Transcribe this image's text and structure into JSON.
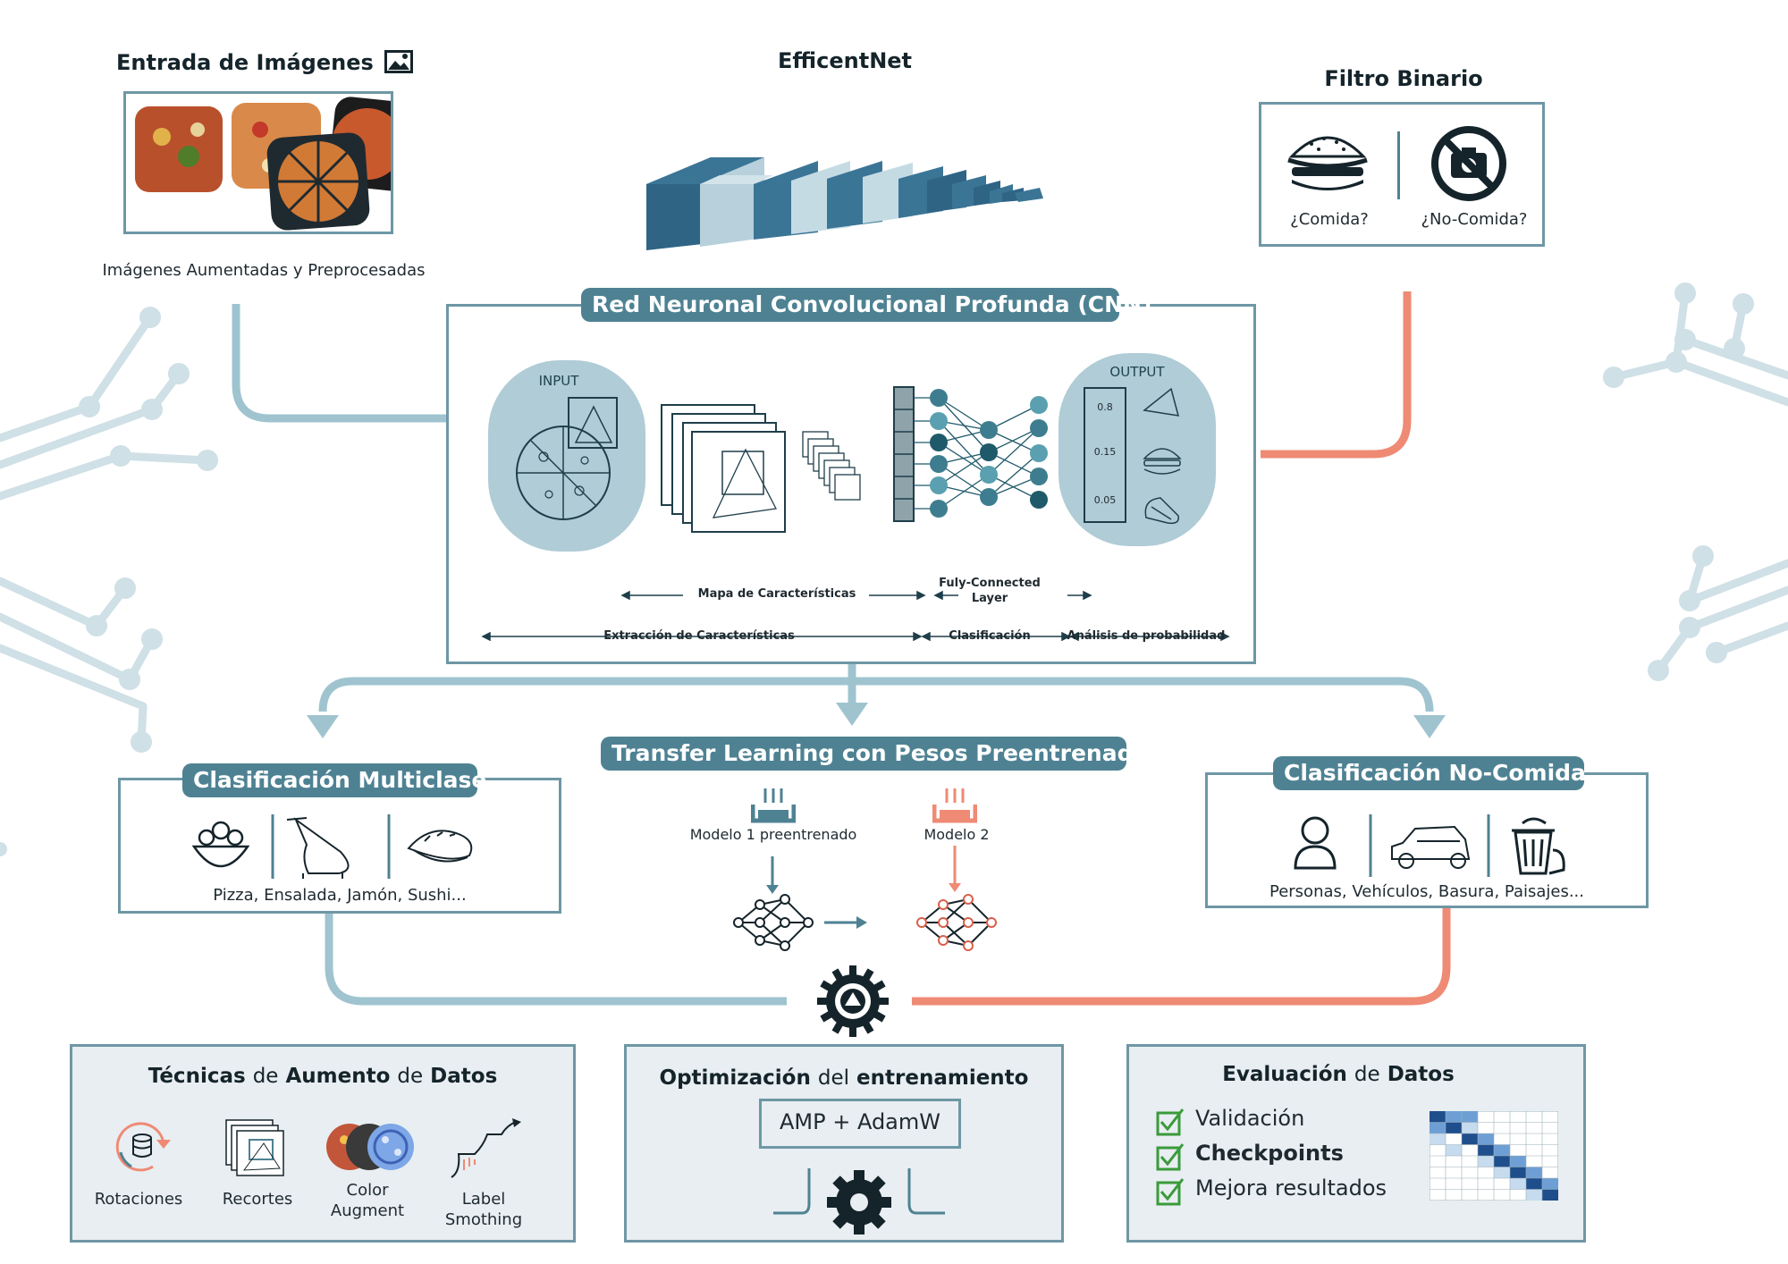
{
  "input_section": {
    "title": "Entrada de Imágenes",
    "caption": "Imágenes Aumentadas y Preprocesadas"
  },
  "efficientnet": {
    "title": "EfficentNet"
  },
  "filter": {
    "title": "Filtro Binario",
    "food_label": "¿Comida?",
    "nofood_label": "¿No-Comida?"
  },
  "cnn": {
    "title": "Red Neuronal Convolucional Profunda (CNN)",
    "input_label": "INPUT",
    "output_label": "OUTPUT",
    "probabilities": [
      "0.8",
      "0.15",
      "0.05"
    ],
    "feature_map_label": "Mapa de Características",
    "fc_label_line1": "Fuly-Connected",
    "fc_label_line2": "Layer",
    "extraction_label": "Extracción de Características",
    "classification_label": "Clasificación",
    "probability_label": "Análisis de probabilidad"
  },
  "multiclass": {
    "title": "Clasificación Multiclase",
    "caption": "Pizza, Ensalada, Jamón, Sushi..."
  },
  "transfer": {
    "title": "Transfer Learning con Pesos Preentrenados",
    "model1": "Modelo 1 preentrenado",
    "model2": "Modelo 2"
  },
  "nonfood": {
    "title": "Clasificación No-Comida",
    "caption": "Personas, Vehículos, Basura, Paisajes..."
  },
  "augmentation": {
    "title_b1": "Técnicas",
    "title_n1": "de",
    "title_b2": "Aumento",
    "title_n2": "de",
    "title_b3": "Datos",
    "items": [
      "Rotaciones",
      "Recortes",
      "Color",
      "Augment",
      "Label",
      "Smothing"
    ]
  },
  "optimization": {
    "title_b1": "Optimización",
    "title_n1": "del",
    "title_b2": "entrenamiento",
    "box_label": "AMP + AdamW"
  },
  "evaluation": {
    "title_b1": "Evaluación",
    "title_n1": "de",
    "title_b2": "Datos",
    "items": [
      "Validación",
      "Checkpoints",
      "Mejora resultados"
    ]
  },
  "colors": {
    "teal": "#4e8293",
    "light_teal": "#9fc4d0",
    "salmon": "#ef8a74",
    "panel_bg": "#e8eef1",
    "circuit": "#cfe0e6"
  }
}
